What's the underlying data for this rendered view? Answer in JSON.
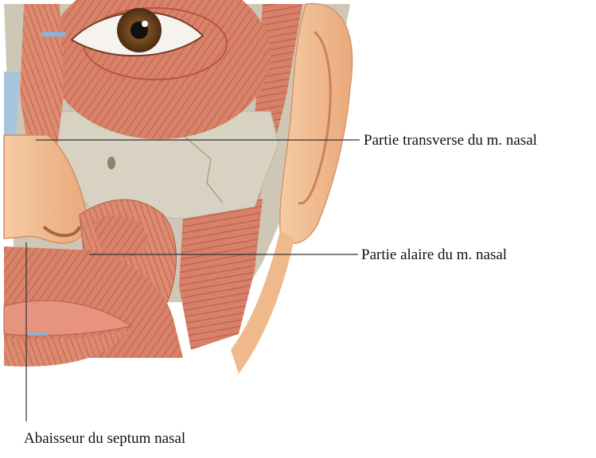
{
  "figure": {
    "labels": {
      "transverse": "Partie transverse du m. nasal",
      "alaire": "Partie alaire du m. nasal",
      "septum": "Abaisseur du septum nasal"
    },
    "colors": {
      "muscle": "#d9826a",
      "muscle_dark": "#b9553f",
      "bone": "#d8d2c2",
      "skin": "#f3bf93",
      "skin_shadow": "#e3a274",
      "leader_line": "#333333"
    }
  }
}
